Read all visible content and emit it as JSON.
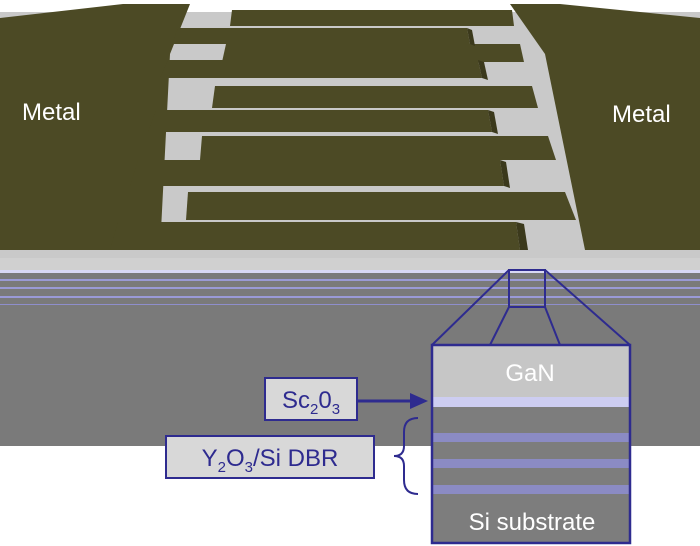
{
  "labels": {
    "metal_left": "Metal",
    "metal_right": "Metal",
    "gan": "GaN",
    "sc2o3": {
      "base": "Sc",
      "sub1": "2",
      "mid": "0",
      "sub2": "3"
    },
    "dbr": {
      "y": "Y",
      "sub1": "2",
      "o": "O",
      "sub2": "3",
      "rest": "/Si DBR"
    },
    "si_substrate": "Si substrate"
  },
  "colors": {
    "metal": "#4d4a26",
    "metal_top_dark": "#3f3c1e",
    "gan_surface": "#c8c8c8",
    "gan_edge": "#d7d7d7",
    "substrate": "#7d7d7d",
    "dbr_layer": "#8c8cc6",
    "sc2o3_layer": "#c6c6ef",
    "outline": "#2e2b8f",
    "label_text": "#2e2b8f"
  }
}
